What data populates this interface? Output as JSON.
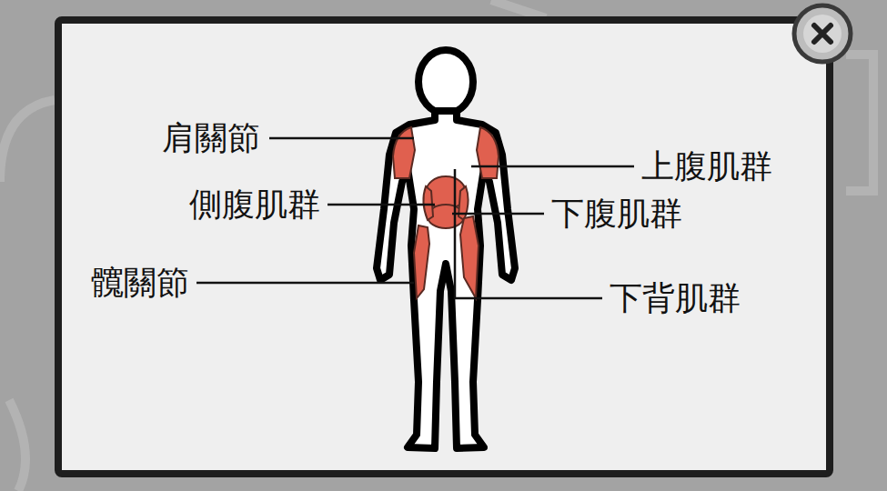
{
  "diagram": {
    "labels": [
      "肩關節",
      "上腹肌群",
      "側腹肌群",
      "下腹肌群",
      "髖關節",
      "下背肌群"
    ]
  }
}
